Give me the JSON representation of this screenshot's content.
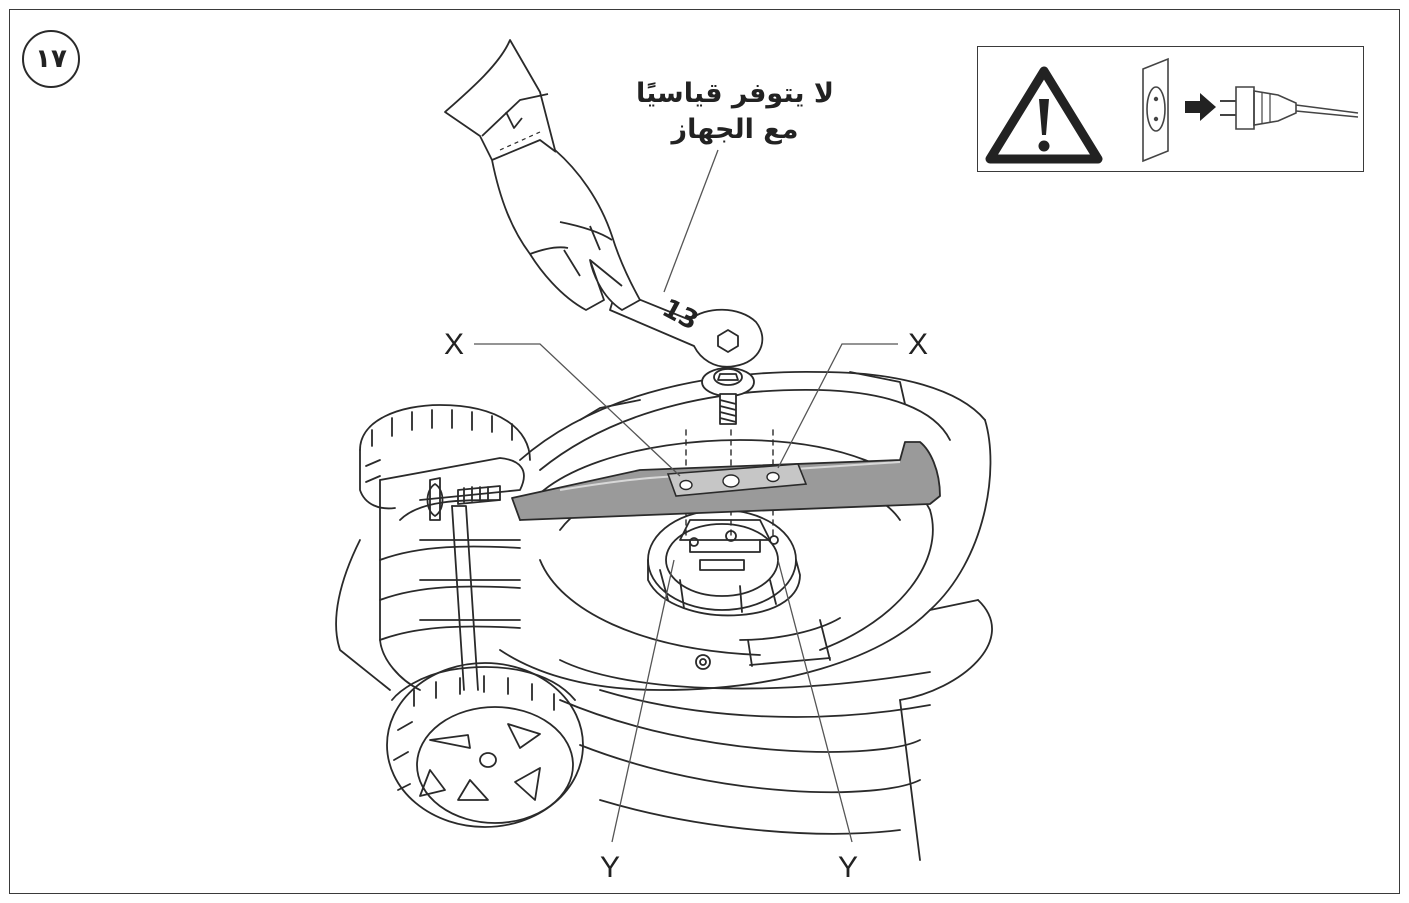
{
  "figure": {
    "step_number": "١٧",
    "note_text_line1": "لا يتوفر قياسيًا",
    "note_text_line2": "مع الجهاز",
    "wrench_size": "13",
    "label_x": "X",
    "label_y": "Y"
  },
  "warning_panel": {
    "icons": [
      "warning-triangle-icon",
      "wall-socket-icon",
      "arrow-right-icon",
      "power-plug-icon"
    ]
  },
  "colors": {
    "line": "#2a2a2a",
    "blade_fill": "#9a9a9a",
    "background": "#ffffff"
  }
}
